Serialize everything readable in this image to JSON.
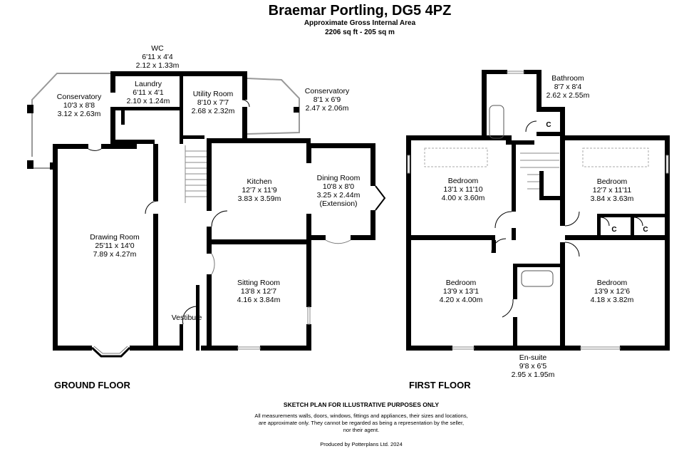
{
  "title": "Braemar Portling, DG5 4PZ",
  "subtitle": "Approximate Gross Internal Area",
  "area": "2206 sq ft - 205 sq m",
  "floors": {
    "ground": "GROUND FLOOR",
    "first": "FIRST FLOOR"
  },
  "rooms": {
    "wc": {
      "name": "WC",
      "imperial": "6'11 x 4'4",
      "metric": "2.12 x 1.33m"
    },
    "laundry": {
      "name": "Laundry",
      "imperial": "6'11 x 4'1",
      "metric": "2.10 x 1.24m"
    },
    "utility": {
      "name": "Utility Room",
      "imperial": "8'10 x 7'7",
      "metric": "2.68 x 2.32m"
    },
    "conservatory_left": {
      "name": "Conservatory",
      "imperial": "10'3 x 8'8",
      "metric": "3.12 x 2.63m"
    },
    "conservatory_right": {
      "name": "Conservatory",
      "imperial": "8'1 x 6'9",
      "metric": "2.47 x 2.06m"
    },
    "kitchen": {
      "name": "Kitchen",
      "imperial": "12'7 x 11'9",
      "metric": "3.83 x 3.59m"
    },
    "dining": {
      "name": "Dining Room",
      "imperial": "10'8 x 8'0",
      "metric": "3.25 x 2.44m",
      "note": "(Extension)"
    },
    "drawing": {
      "name": "Drawing Room",
      "imperial": "25'11 x 14'0",
      "metric": "7.89 x 4.27m"
    },
    "sitting": {
      "name": "Sitting Room",
      "imperial": "13'8 x 12'7",
      "metric": "4.16 x 3.84m"
    },
    "vestibule": {
      "name": "Vestibule"
    },
    "bathroom": {
      "name": "Bathroom",
      "imperial": "8'7 x 8'4",
      "metric": "2.62 x 2.55m"
    },
    "bedroom1": {
      "name": "Bedroom",
      "imperial": "13'1 x 11'10",
      "metric": "4.00 x 3.60m"
    },
    "bedroom2": {
      "name": "Bedroom",
      "imperial": "12'7 x 11'11",
      "metric": "3.84 x 3.63m"
    },
    "bedroom3": {
      "name": "Bedroom",
      "imperial": "13'9 x 13'1",
      "metric": "4.20 x 4.00m"
    },
    "bedroom4": {
      "name": "Bedroom",
      "imperial": "13'9 x 12'6",
      "metric": "4.18 x 3.82m"
    },
    "ensuite": {
      "name": "En-suite",
      "imperial": "9'8 x 6'5",
      "metric": "2.95 x 1.95m"
    }
  },
  "cupboard_label": "C",
  "disclaimer": {
    "heading": "SKETCH PLAN FOR ILLUSTRATIVE PURPOSES ONLY",
    "body": "All measurements walls, doors, windows, fittings and appliances, their sizes and locations, are approximate only. They cannot be regarded as being a representation by the seller, nor their agent."
  },
  "produced_by": "Produced by Potterplans Ltd. 2024"
}
